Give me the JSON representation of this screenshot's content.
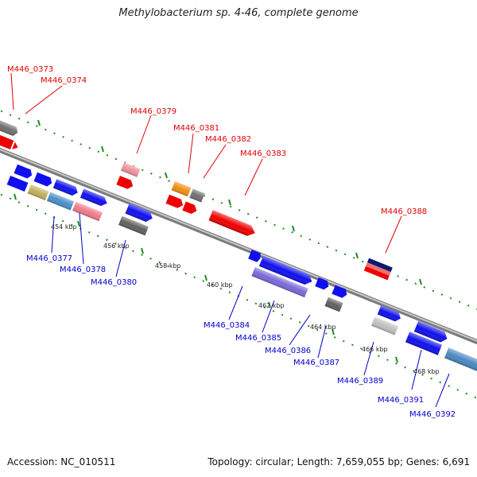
{
  "title": "Methylobacterium sp. 4-46, complete genome",
  "footer": {
    "accession": "Accession: NC_010511",
    "stats": "Topology: circular; Length: 7,659,055 bp; Genes: 6,691"
  },
  "colors": {
    "backbone": "#8a8a8a",
    "dot_ring": "#1f8a1f",
    "top_label": "#e00000",
    "bottom_label": "#0000cc"
  },
  "kbp_ticks": [
    "454 kbp",
    "456 kbp",
    "458 kbp",
    "460 kbp",
    "462 kbp",
    "464 kbp",
    "466 kbp",
    "468 kbp"
  ],
  "top_labels": [
    "M446_0373",
    "M446_0374",
    "M446_0379",
    "M446_0381",
    "M446_0382",
    "M446_0383",
    "M446_0388"
  ],
  "bottom_labels": [
    "M446_0377",
    "M446_0378",
    "M446_0380",
    "M446_0384",
    "M446_0385",
    "M446_0386",
    "M446_0387",
    "M446_0389",
    "M446_0391",
    "M446_0392"
  ]
}
